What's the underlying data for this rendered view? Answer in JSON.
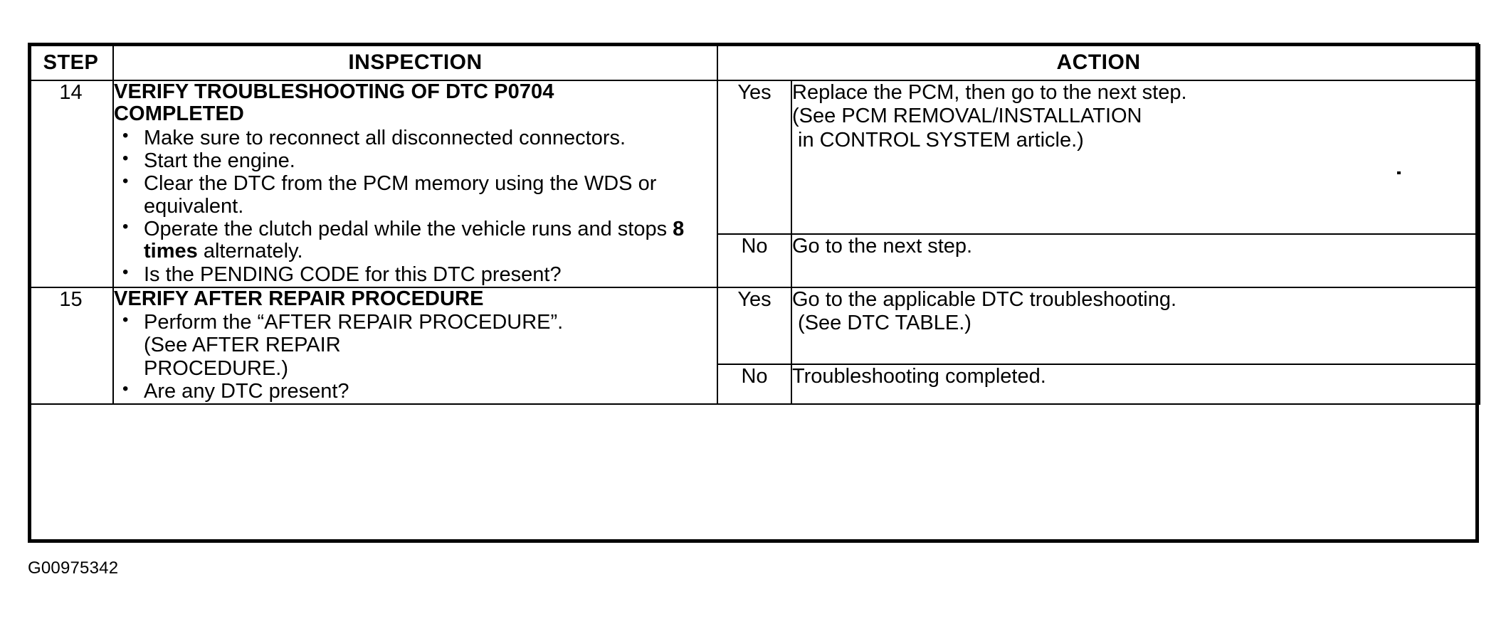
{
  "document": {
    "type": "automotive-service-troubleshooting-table",
    "caption": "G00975342"
  },
  "table": {
    "headers": {
      "step": "STEP",
      "inspection": "INSPECTION",
      "action": "ACTION"
    },
    "rows": [
      {
        "step": "14",
        "inspection": {
          "title_line1": "VERIFY TROUBLESHOOTING OF DTC P0704",
          "title_line2": "COMPLETED",
          "bullets": [
            {
              "text_before": "Make sure to reconnect all disconnected connectors.",
              "bold": "",
              "text_after": ""
            },
            {
              "text_before": "Start the engine.",
              "bold": "",
              "text_after": ""
            },
            {
              "text_before": "Clear the DTC from the PCM memory using the WDS or equivalent.",
              "bold": "",
              "text_after": ""
            },
            {
              "text_before": "Operate the clutch pedal while the vehicle runs and stops ",
              "bold": "8 times",
              "text_after": " alternately."
            },
            {
              "text_before": "Is the PENDING CODE for this DTC present?",
              "bold": "",
              "text_after": ""
            }
          ]
        },
        "results": [
          {
            "answer": "Yes",
            "action_lines": [
              "Replace the PCM, then go to the next step.",
              "(See PCM REMOVAL/INSTALLATION",
              " in CONTROL SYSTEM article.)"
            ]
          },
          {
            "answer": "No",
            "action_lines": [
              "Go to the next step."
            ]
          }
        ]
      },
      {
        "step": "15",
        "inspection": {
          "title_line1": "VERIFY AFTER REPAIR PROCEDURE",
          "title_line2": "",
          "bullets": [
            {
              "text_before": "Perform the “AFTER REPAIR PROCEDURE”.",
              "bold": "",
              "text_after": ""
            },
            {
              "text_before": "  (See AFTER REPAIR",
              "bold": "",
              "text_after": "",
              "nobullet": true
            },
            {
              "text_before": "  PROCEDURE.)",
              "bold": "",
              "text_after": "",
              "nobullet": true
            },
            {
              "text_before": "Are any DTC present?",
              "bold": "",
              "text_after": ""
            }
          ]
        },
        "results": [
          {
            "answer": "Yes",
            "action_lines": [
              "Go to the applicable DTC troubleshooting.",
              " (See DTC TABLE.)"
            ]
          },
          {
            "answer": "No",
            "action_lines": [
              "Troubleshooting completed."
            ]
          }
        ]
      }
    ]
  },
  "colors": {
    "ink": "#000000",
    "paper": "#ffffff"
  }
}
